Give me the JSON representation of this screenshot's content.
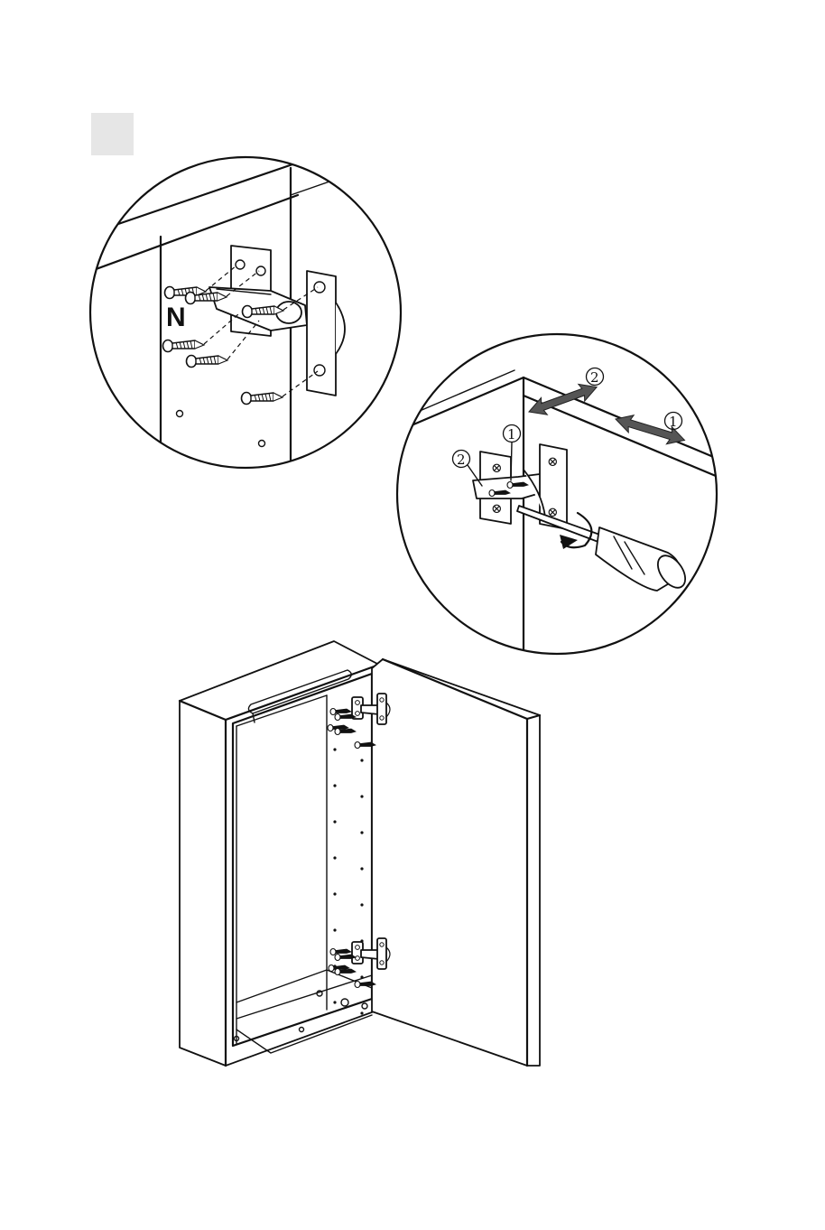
{
  "step_marker": {
    "color": "#e6e6e6"
  },
  "detail_a": {
    "part_label": "N"
  },
  "detail_b": {
    "labels": {
      "upper_arrow": "2",
      "right_arrow": "1",
      "screw_left": "2",
      "screw_top": "1"
    },
    "arrow_color": "#555555"
  },
  "icons": [
    "screw-icon",
    "hinge-icon",
    "screwdriver-icon",
    "rotate-arrow-icon",
    "double-arrow-icon",
    "cabinet-icon"
  ]
}
